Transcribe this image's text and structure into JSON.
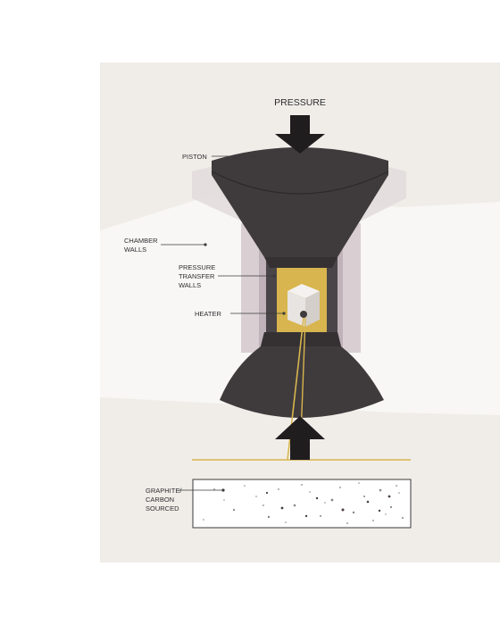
{
  "diagram": {
    "title": "PRESSURE",
    "labels": {
      "piston": "PISTON",
      "chamber_walls": [
        "CHAMBER",
        "WALLS"
      ],
      "pressure_transfer_walls": [
        "PRESSURE",
        "TRANSFER",
        "WALLS"
      ],
      "heater": "HEATER",
      "graphite_carbon_sourced": [
        "GRAPHITE/",
        "CARBON",
        "SOURCED"
      ]
    },
    "colors": {
      "background": "#f0ede8",
      "dark": "#3f3b3d",
      "chamber": "#d9cfd3",
      "chamber_shadow": "#b9acb2",
      "gold": "#d8b54e",
      "pale": "#f7f5f3"
    }
  }
}
